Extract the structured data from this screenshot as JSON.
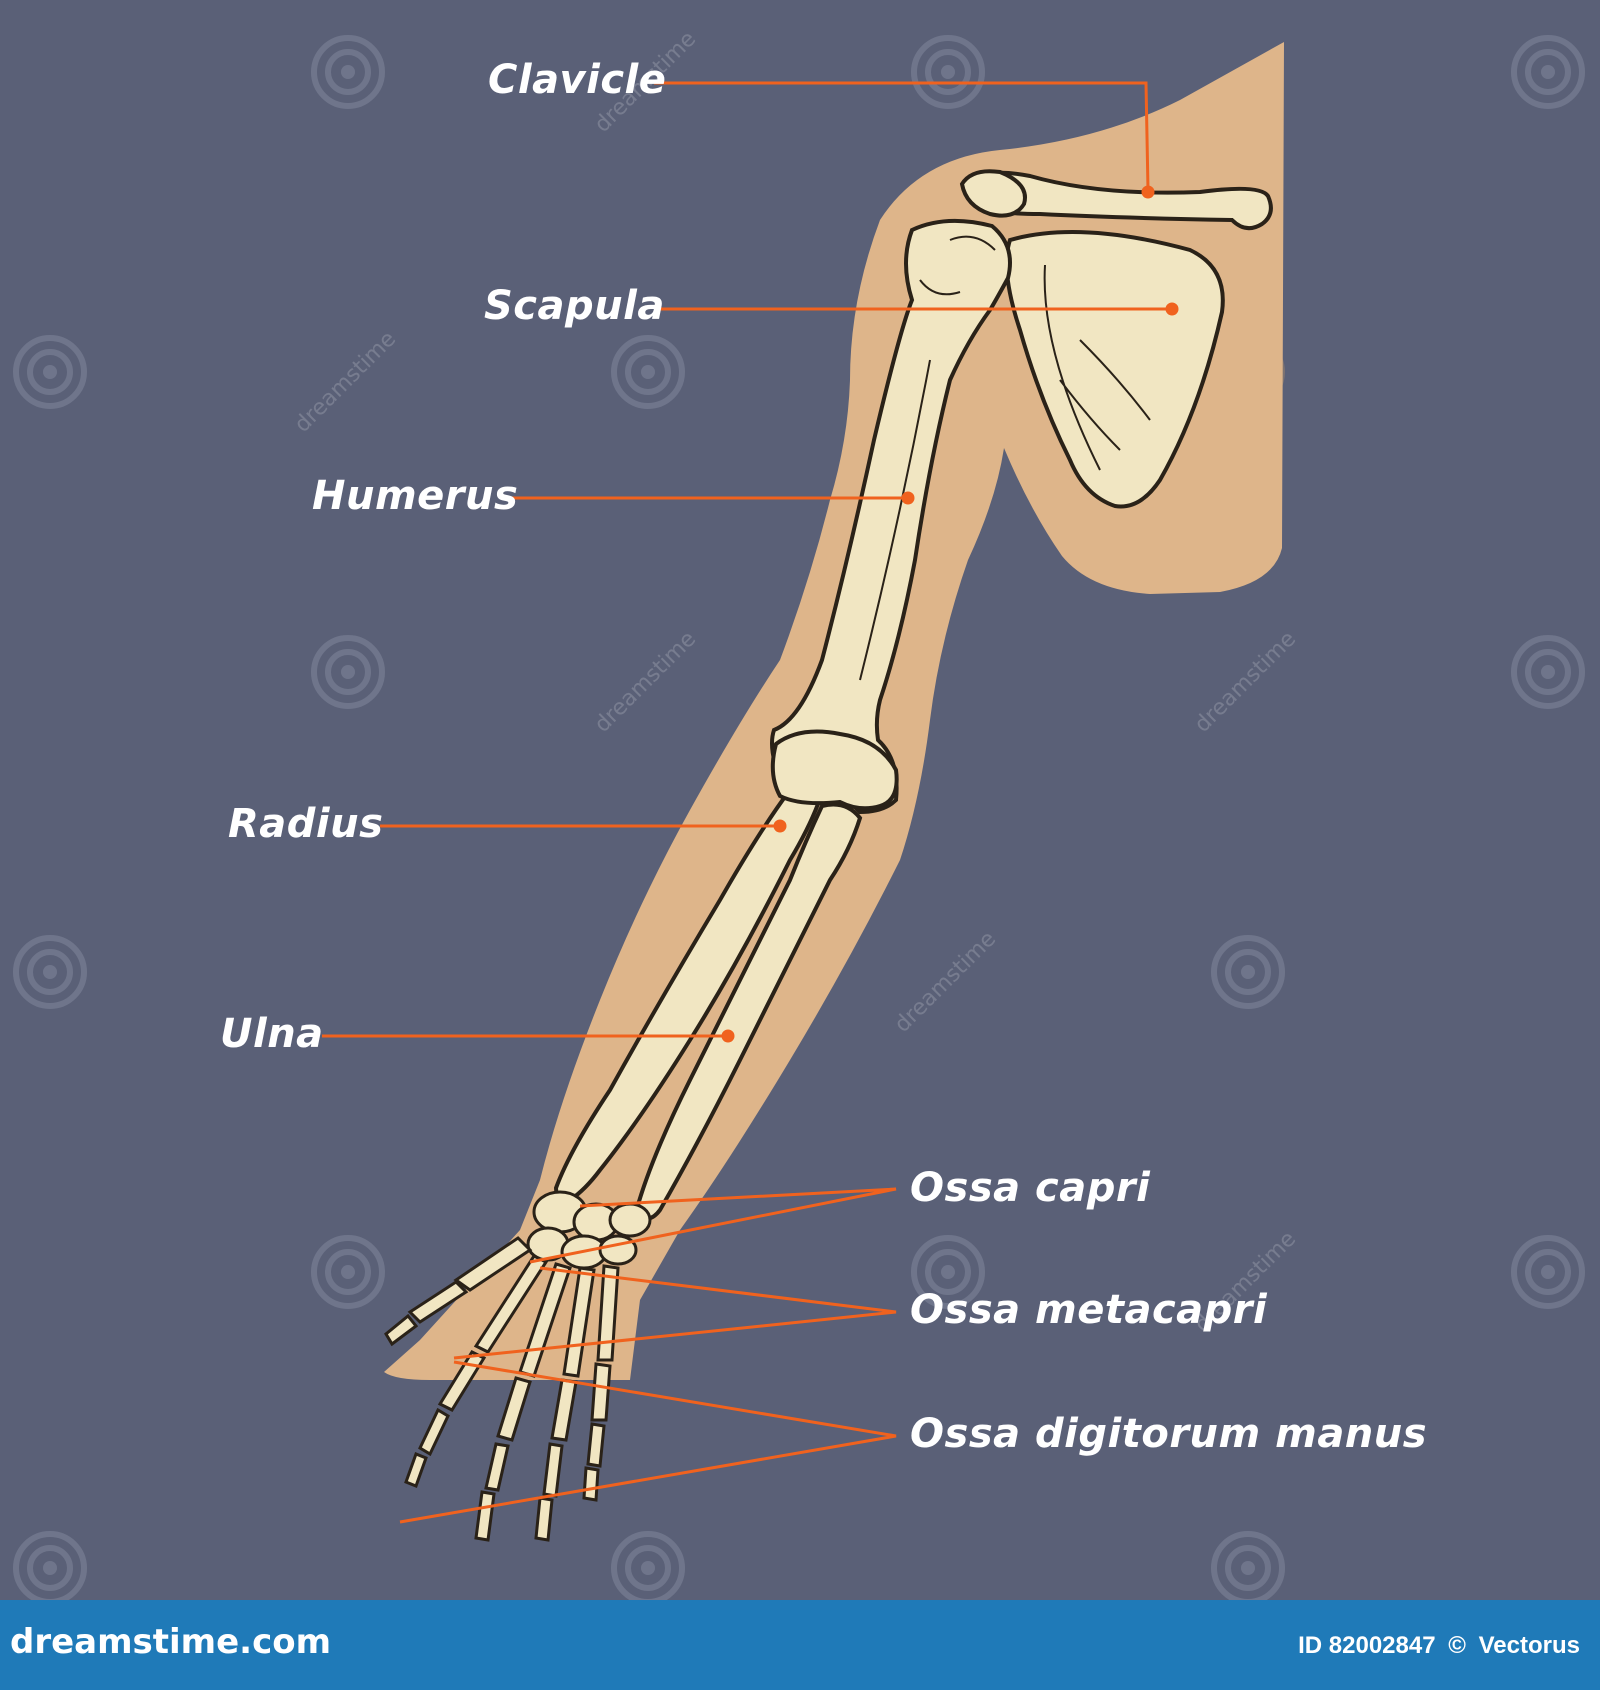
{
  "labels": {
    "clavicle": "Clavicle",
    "scapula": "Scapula",
    "humerus": "Humerus",
    "radius": "Radius",
    "ulna": "Ulna",
    "ossa_carpi": "Ossa capri",
    "ossa_metacarpi": "Ossa metacapri",
    "ossa_digitorum": "Ossa digitorum manus"
  },
  "watermark": {
    "text": "dreamstime"
  },
  "footer": {
    "site": "dreamstime.com",
    "id_label": "ID 82002847",
    "copyright": "©",
    "author": "Vectorus"
  },
  "colors": {
    "background": "#5a6077",
    "skin": "#deb58a",
    "bone": "#f1e6c2",
    "bone_outline": "#2a2218",
    "leader": "#f0621e",
    "footer": "#1f7ab8"
  }
}
